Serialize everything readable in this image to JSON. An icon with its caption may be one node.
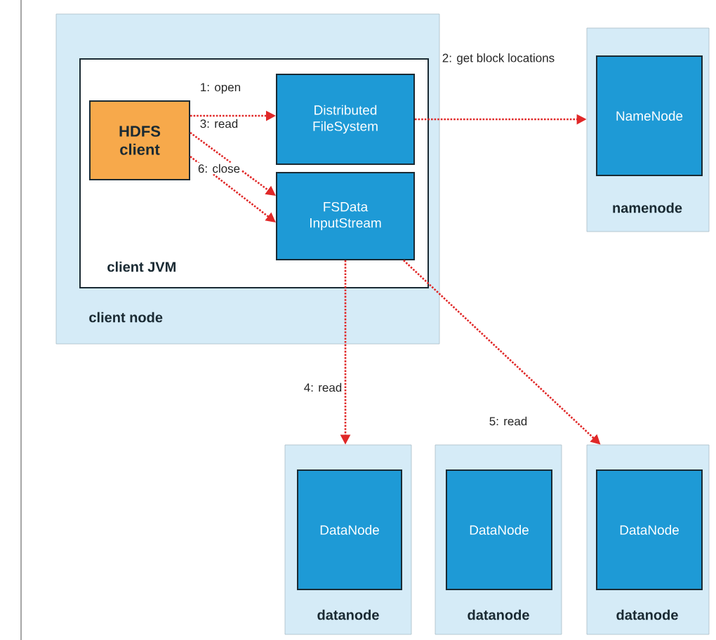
{
  "diagram": {
    "nodes": [
      {
        "text": [
          "client node"
        ]
      },
      {
        "text": [
          "client JVM"
        ],
        "in": 0
      },
      {
        "text": [
          "HDFS client"
        ],
        "in": 1
      },
      {
        "text": [
          "Distributed FileSystem"
        ],
        "in": 1
      },
      {
        "text": [
          "FSData InputStream"
        ],
        "in": 1
      },
      {
        "text": [
          "namenode"
        ]
      },
      {
        "text": [
          "NameNode"
        ],
        "in": 5
      },
      {
        "text": [
          "datanode"
        ]
      },
      {
        "text": [
          "DataNode"
        ],
        "in": 7
      },
      {
        "text": [
          "datanode"
        ]
      },
      {
        "text": [
          "DataNode"
        ],
        "in": 9
      },
      {
        "text": [
          "datanode"
        ]
      },
      {
        "text": [
          "DataNode"
        ],
        "in": 11
      }
    ],
    "edges": [
      {
        "from": 2,
        "to": 3,
        "arrow": "to",
        "label": "1: open"
      },
      {
        "from": 3,
        "to": 5,
        "arrow": "to",
        "label": "2: get block locations"
      },
      {
        "from": 2,
        "to": 4,
        "arrow": "to",
        "label": "3: read"
      },
      {
        "from": 4,
        "to": 7,
        "arrow": "to",
        "label": "4: read"
      },
      {
        "from": 4,
        "to": 11,
        "arrow": "to",
        "label": "5: read"
      },
      {
        "from": 2,
        "to": 4,
        "arrow": "to",
        "label": "6: close"
      }
    ]
  }
}
